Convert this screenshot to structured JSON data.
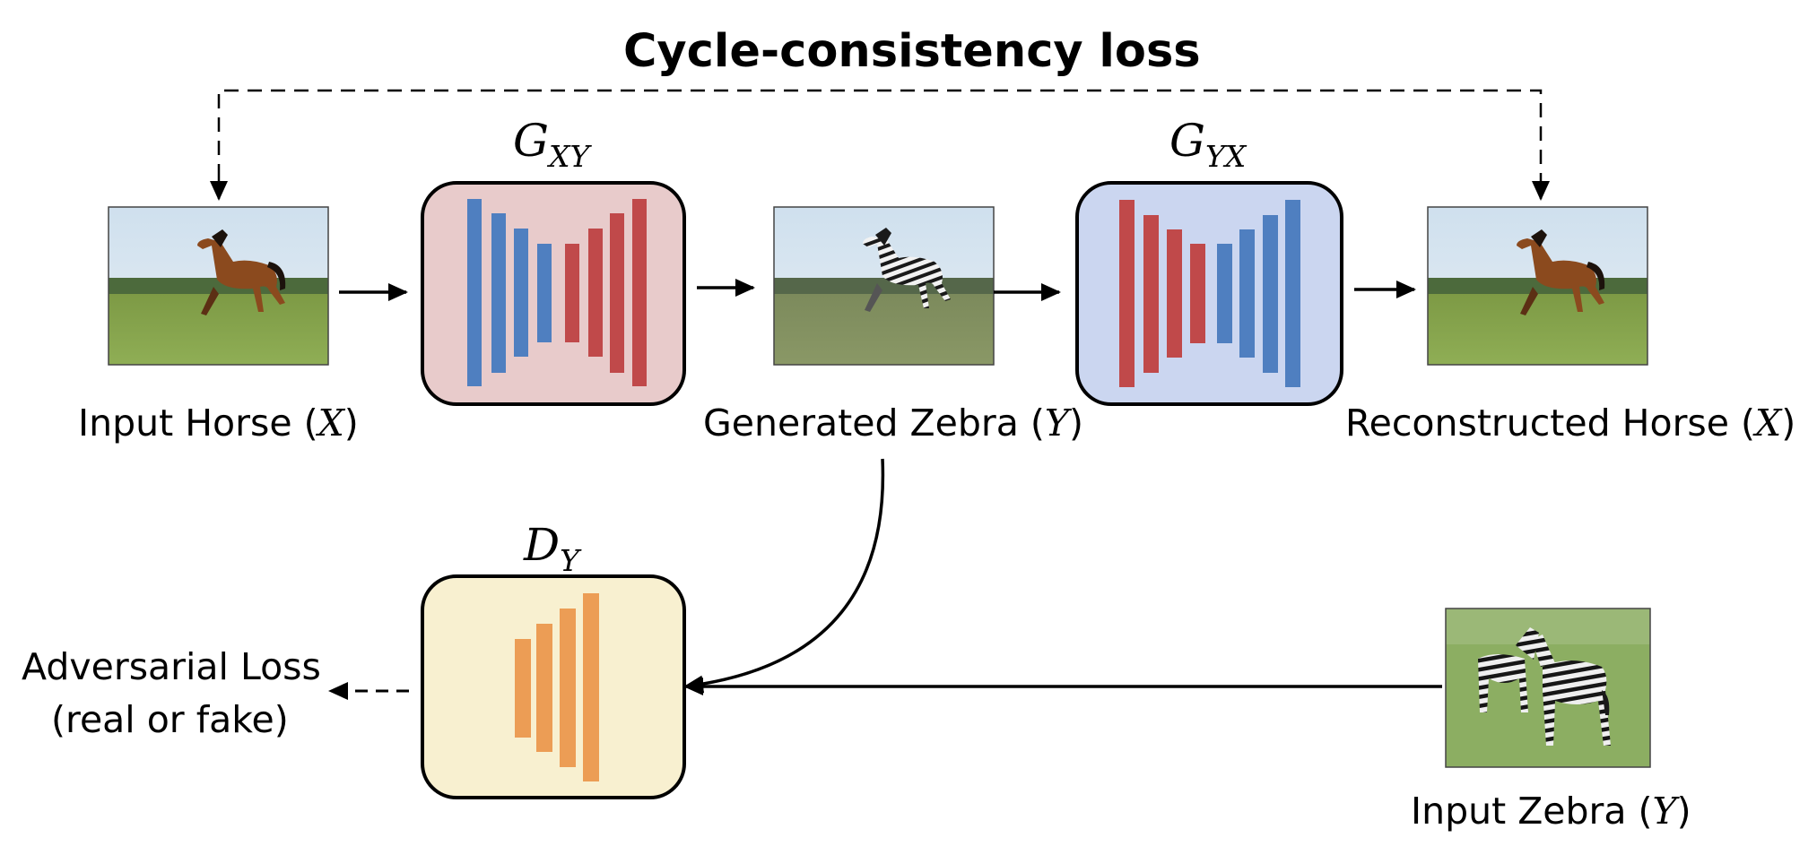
{
  "title": "Cycle-consistency loss",
  "nodes": {
    "input_horse": {
      "label": "Input Horse (",
      "var": "X",
      "close": ")"
    },
    "generated_zebra": {
      "label": "Generated Zebra (",
      "var": "Y",
      "close": ")"
    },
    "reconstructed_horse": {
      "label": "Reconstructed Horse (",
      "var": "X",
      "close": ")"
    },
    "input_zebra": {
      "label": "Input Zebra (",
      "var": "Y",
      "close": ")"
    }
  },
  "networks": {
    "g_xy": {
      "symbol": "G",
      "subscript": "XY",
      "fill": "#e8cbcb"
    },
    "g_yx": {
      "symbol": "G",
      "subscript": "YX",
      "fill": "#cbd6f0"
    },
    "d_y": {
      "symbol": "D",
      "subscript": "Y",
      "fill": "#f8f0d0"
    }
  },
  "adversarial": {
    "line1": "Adversarial Loss",
    "line2": "(real or fake)"
  },
  "colors": {
    "blue_bar": "#4f7fc0",
    "red_bar": "#c0494a",
    "orange_bar": "#ec9d55"
  },
  "icons": [
    "horse-photo",
    "zebra-photo",
    "zebra-herd-photo"
  ]
}
